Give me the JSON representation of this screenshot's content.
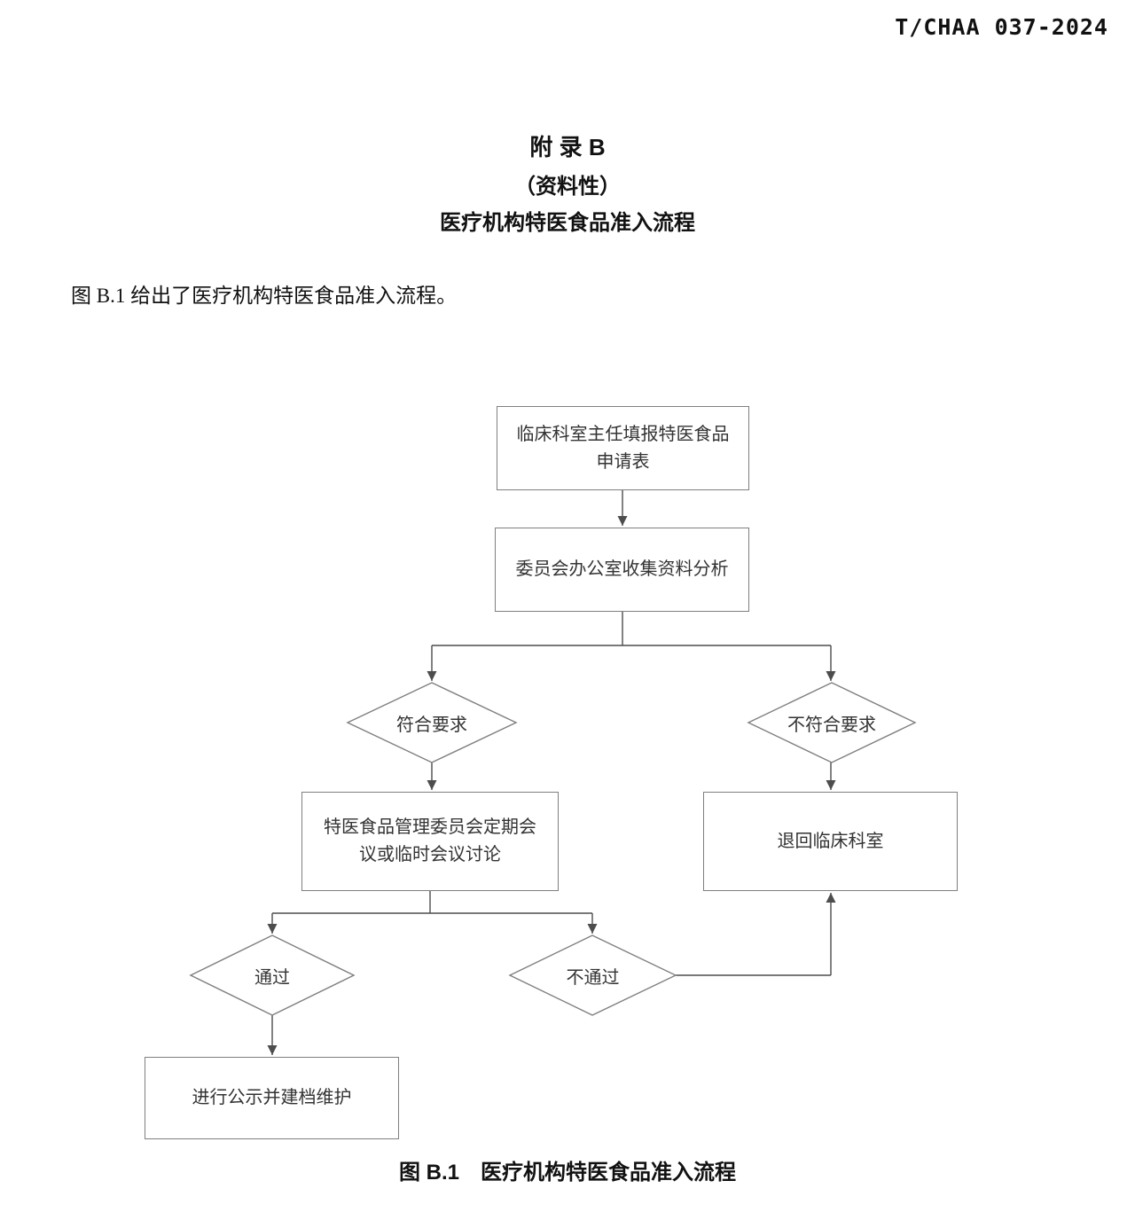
{
  "header": {
    "doc_number": "T/CHAA 037-2024"
  },
  "titles": {
    "appendix": "附 录 B",
    "type": "（资料性）",
    "heading": "医疗机构特医食品准入流程"
  },
  "intro": "图 B.1 给出了医疗机构特医食品准入流程。",
  "caption": "图 B.1　医疗机构特医食品准入流程",
  "flowchart": {
    "apply_line1": "临床科室主任填报特医食品",
    "apply_line2": "申请表",
    "collect": "委员会办公室收集资料分析",
    "meets": "符合要求",
    "not_meets": "不符合要求",
    "committee_line1": "特医食品管理委员会定期会",
    "committee_line2": "议或临时会议讨论",
    "return": "退回临床科室",
    "pass": "通过",
    "fail": "不通过",
    "publish": "进行公示并建档维护",
    "colors": {
      "line": "#4d4d4d",
      "border": "#7f7f7f",
      "text": "#333333"
    }
  }
}
